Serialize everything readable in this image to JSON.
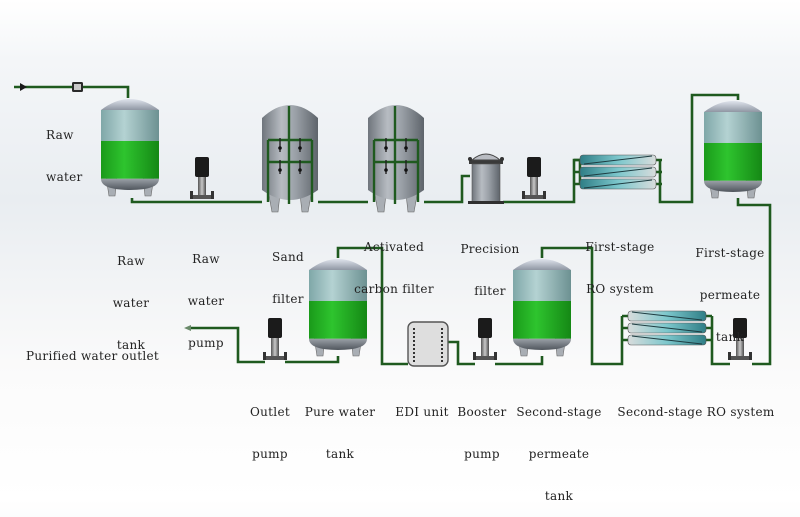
{
  "colors": {
    "pipe": "#1f5a1f",
    "water": "#22b022",
    "tank_upper": "#9fc4c4",
    "steel": "#8e949b",
    "membrane": "#3f9ea6"
  },
  "labels": {
    "raw_water": [
      "Raw",
      "water"
    ],
    "raw_water_tank": [
      "Raw",
      "water",
      "tank"
    ],
    "raw_water_pump": [
      "Raw",
      "water",
      "pump"
    ],
    "sand_filter": [
      "Sand",
      "filter"
    ],
    "activated_carbon_filter": [
      "Activated",
      "carbon filter"
    ],
    "precision_filter": [
      "Precision",
      "filter"
    ],
    "first_stage_ro": [
      "First-stage",
      "RO system"
    ],
    "first_stage_permeate_tank": [
      "First-stage",
      "permeate",
      "tank"
    ],
    "purified_water_outlet": [
      "Purified water outlet"
    ],
    "outlet_pump": [
      "Outlet",
      "pump"
    ],
    "pure_water_tank": [
      "Pure water",
      "tank"
    ],
    "edi_unit": [
      "EDI unit"
    ],
    "booster_pump": [
      "Booster",
      "pump"
    ],
    "second_stage_permeate_tank": [
      "Second-stage",
      "permeate",
      "tank"
    ],
    "second_stage_ro": [
      "Second-stage RO system"
    ]
  },
  "icons": [
    "inlet-arrow-icon",
    "valve-icon",
    "outlet-arrow-icon"
  ]
}
